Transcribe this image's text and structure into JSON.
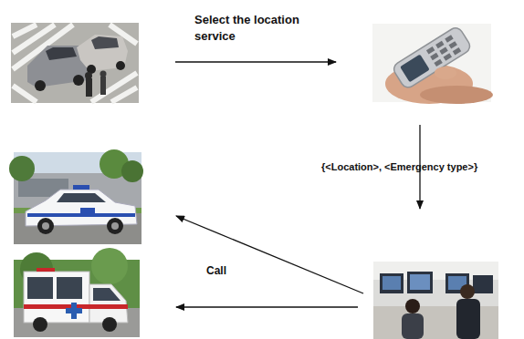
{
  "diagram": {
    "labels": [
      "Select the location service",
      "{<Location>, <Emergency type>}",
      "Call"
    ]
  }
}
